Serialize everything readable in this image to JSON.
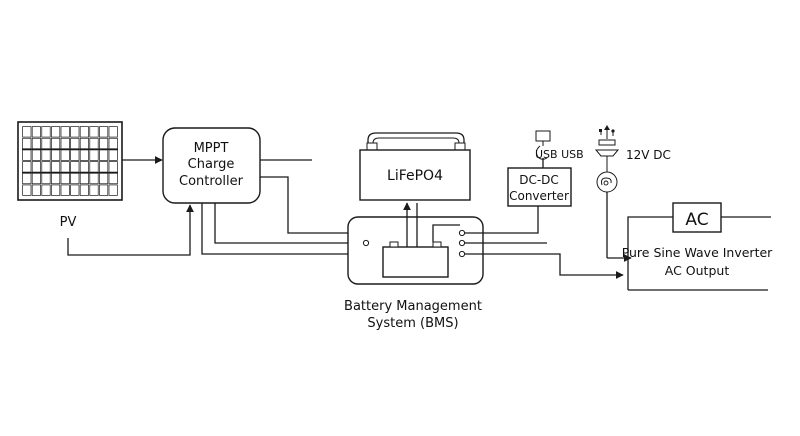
{
  "diagram": {
    "pv_label": "PV",
    "mppt": {
      "line1": "MPPT",
      "line2": "Charge",
      "line3": "Controller"
    },
    "battery_label": "LiFePO4",
    "dcdc": {
      "line1": "DC-DC",
      "line2": "Converter"
    },
    "usb_label": "USB USB",
    "dc12_label": "12V DC",
    "ac_box_label": "AC",
    "inverter": {
      "line1": "Pure Sine Wave Inverter",
      "line2": "AC Output"
    },
    "bms": {
      "line1": "Battery Management",
      "line2": "System (BMS)"
    }
  }
}
